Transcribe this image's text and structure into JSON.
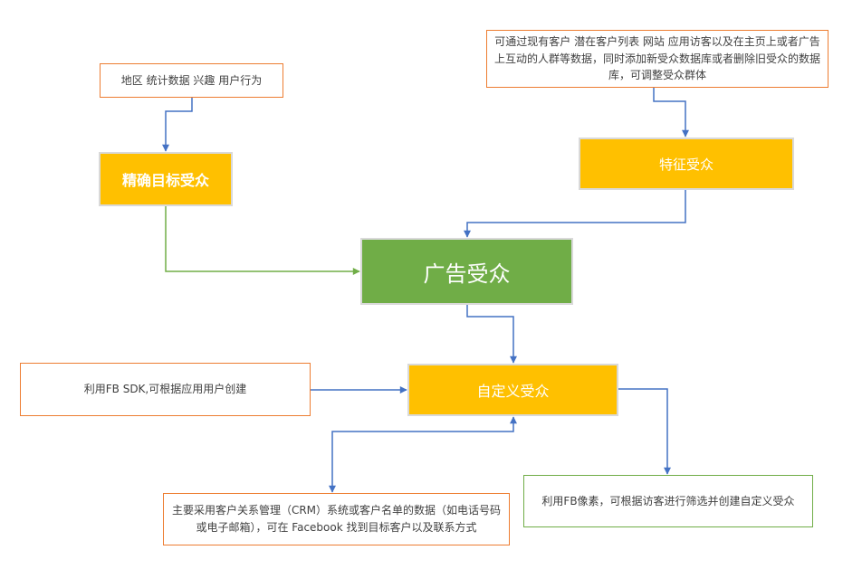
{
  "colors": {
    "orange_fill": "#FFC000",
    "green_fill": "#70AD47",
    "orange_border": "#ED7D31",
    "green_border": "#70AD47",
    "blue_connector": "#4472C4",
    "green_connector": "#70AD47",
    "box_border_gray": "#D9D9D9",
    "text_dark": "#404040"
  },
  "nodes": {
    "region_note": {
      "label": "地区 统计数据 兴趣 用户行为"
    },
    "existing_customers_note": {
      "label": "可通过现有客户 潜在客户列表 网站 应用访客以及在主页上或者广告上互动的人群等数据，同时添加新受众数据库或者删除旧受众的数据库，可调整受众群体"
    },
    "precise_target_audience": {
      "label": "精确目标受众"
    },
    "feature_audience": {
      "label": "特征受众"
    },
    "ad_audience": {
      "label": "广告受众"
    },
    "custom_audience": {
      "label": "自定义受众"
    },
    "fb_sdk_note": {
      "label": "利用FB SDK,可根据应用用户创建"
    },
    "crm_note": {
      "label": "主要采用客户关系管理（CRM）系统或客户名单的数据（如电话号码或电子邮箱），可在 Facebook 找到目标客户以及联系方式"
    },
    "fb_pixel_note": {
      "label": "利用FB像素，可根据访客进行筛选并创建自定义受众"
    }
  }
}
